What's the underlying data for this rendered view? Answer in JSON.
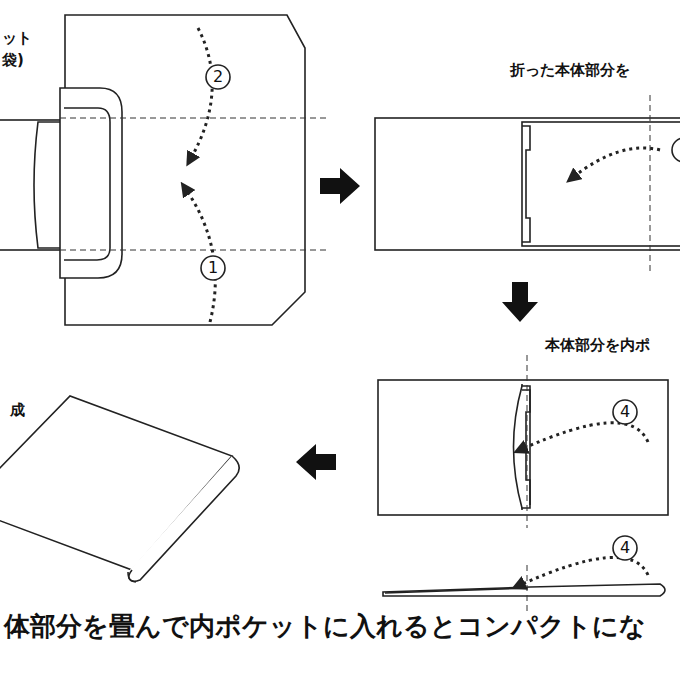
{
  "diagram": {
    "caption": "体部分を畳んで内ポケットに入れるとコンパクトにな",
    "labels": [
      "ット",
      "袋)",
      "2",
      "1",
      "折った本体部分を",
      "本体部分を内ポ",
      "4",
      "4",
      "成"
    ]
  }
}
